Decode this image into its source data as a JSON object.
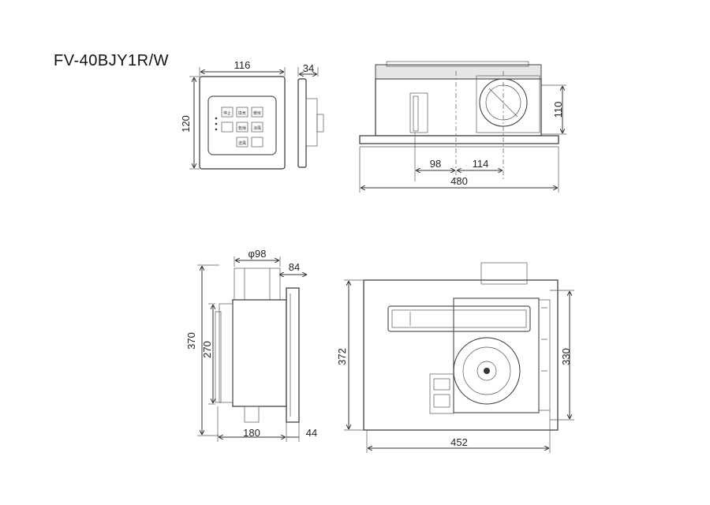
{
  "title": "FV-40BJY1R/W",
  "dimensions": {
    "remote_width": "116",
    "remote_height": "120",
    "remote_depth": "34",
    "duct_height_top": "110",
    "offset_98": "98",
    "offset_114": "114",
    "overall_width_top": "480",
    "duct_diameter": "φ98",
    "side_84": "84",
    "overall_height_side": "370",
    "inner_height_side": "270",
    "depth_side": "180",
    "flange_side": "44",
    "overall_height_plan": "372",
    "inner_height_plan": "330",
    "overall_width_plan": "452"
  },
  "remote_buttons": [
    "停止",
    "換気",
    "暖房",
    "乾燥",
    "涼風",
    "送風"
  ]
}
